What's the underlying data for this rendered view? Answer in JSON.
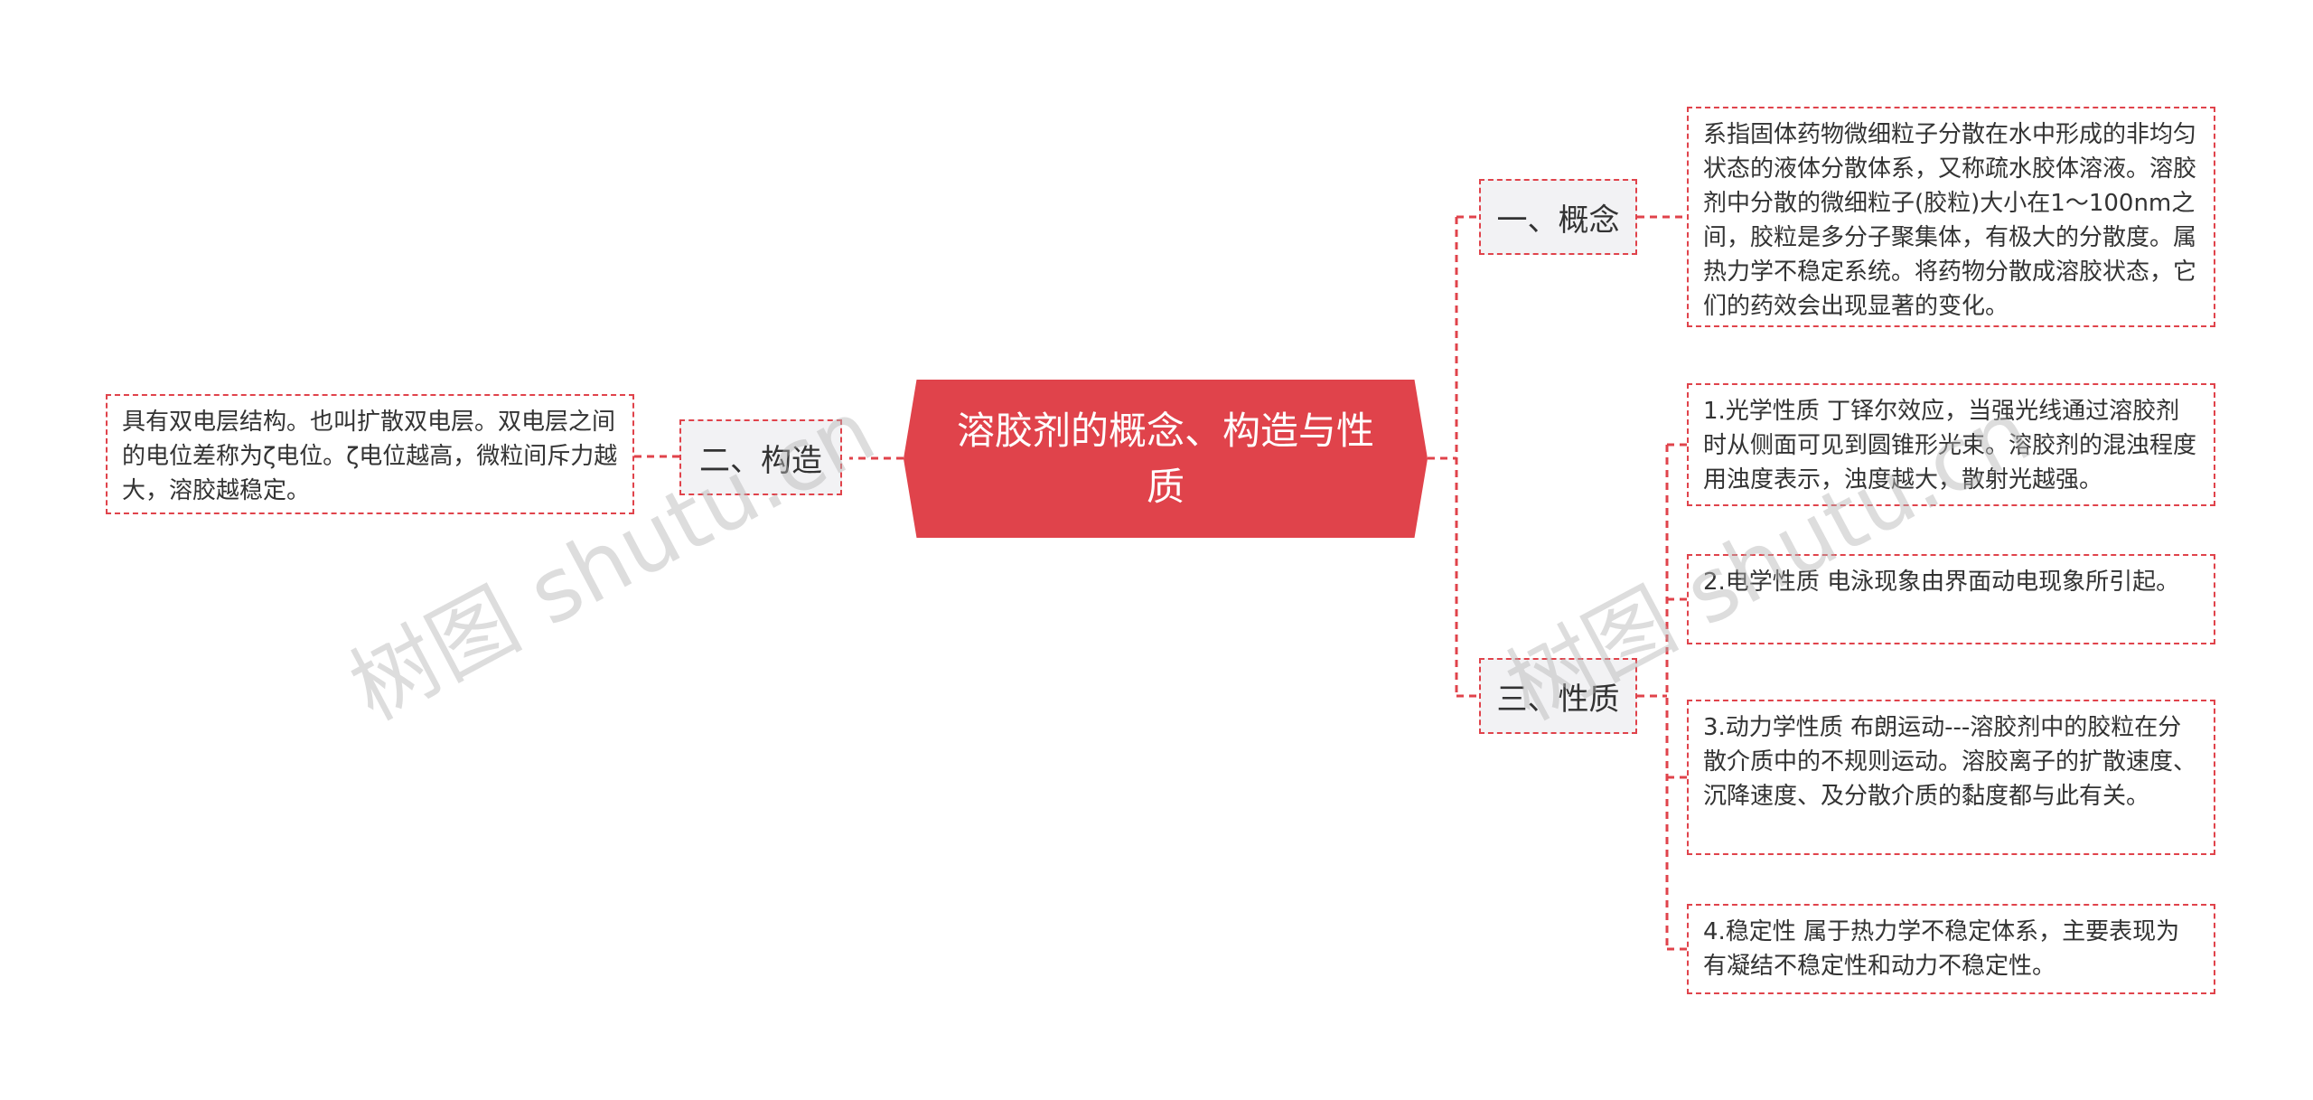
{
  "center": {
    "title": "溶胶剂的概念、构造与性质"
  },
  "branches": [
    {
      "label": "一、概念"
    },
    {
      "label": "二、构造"
    },
    {
      "label": "三、性质"
    }
  ],
  "leaves": {
    "concept": "系指固体药物微细粒子分散在水中形成的非均匀状态的液体分散体系，又称疏水胶体溶液。溶胶剂中分散的微细粒子(胶粒)大小在1～100nm之间，胶粒是多分子聚集体，有极大的分散度。属热力学不稳定系统。将药物分散成溶胶状态，它们的药效会出现显著的变化。",
    "structure": "具有双电层结构。也叫扩散双电层。双电层之间的电位差称为ζ电位。ζ电位越高，微粒间斥力越大，溶胶越稳定。",
    "prop1": "1.光学性质 丁铎尔效应，当强光线通过溶胶剂时从侧面可见到圆锥形光束。溶胶剂的混浊程度用浊度表示，浊度越大，散射光越强。",
    "prop2": "2.电学性质 电泳现象由界面动电现象所引起。",
    "prop3": "3.动力学性质 布朗运动---溶胶剂中的胶粒在分散介质中的不规则运动。溶胶离子的扩散速度、沉降速度、及分散介质的黏度都与此有关。",
    "prop4": "4.稳定性 属于热力学不稳定体系，主要表现为有凝结不稳定性和动力不稳定性。"
  },
  "watermarks": [
    "树图 shutu.cn",
    "树图 shutu.cn"
  ],
  "colors": {
    "accent": "#e0434b",
    "branch_bg": "#f2f2f4",
    "text": "#333333"
  }
}
